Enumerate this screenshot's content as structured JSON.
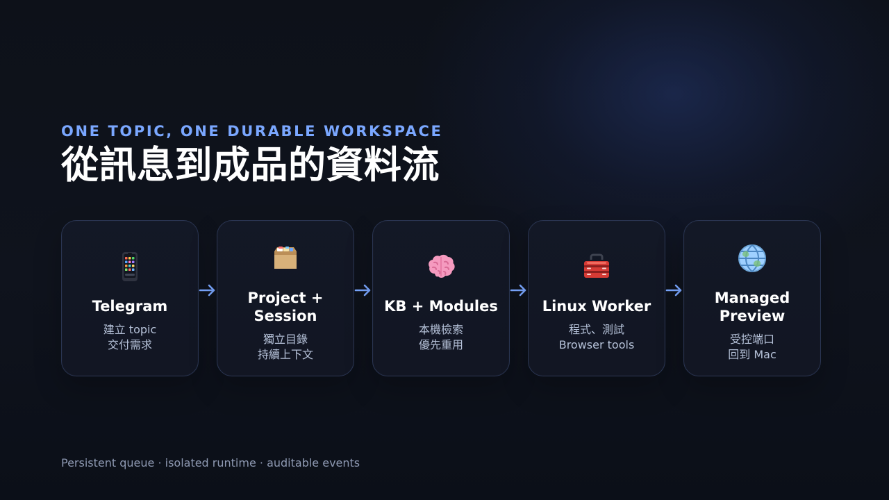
{
  "header": {
    "eyebrow": "ONE TOPIC, ONE DURABLE WORKSPACE",
    "title": "從訊息到成品的資料流"
  },
  "cards": [
    {
      "icon": "mobile-phone-icon",
      "title": "Telegram",
      "description": "建立 topic\n交付需求"
    },
    {
      "icon": "file-box-icon",
      "title": "Project +\nSession",
      "description": "獨立目錄\n持續上下文"
    },
    {
      "icon": "brain-icon",
      "title": "KB + Modules",
      "description": "本機檢索\n優先重用"
    },
    {
      "icon": "toolbox-icon",
      "title": "Linux Worker",
      "description": "程式、測試\nBrowser tools"
    },
    {
      "icon": "globe-icon",
      "title": "Managed\nPreview",
      "description": "受控端口\n回到 Mac"
    }
  ],
  "footer": {
    "text": "Persistent queue · isolated runtime · auditable events"
  },
  "colors": {
    "accent": "#7aa7ff",
    "card_border": "#2a3552",
    "background": "#0f131d",
    "title": "#ffffff",
    "description": "#b6c2d9",
    "footer": "#8e99b2"
  }
}
